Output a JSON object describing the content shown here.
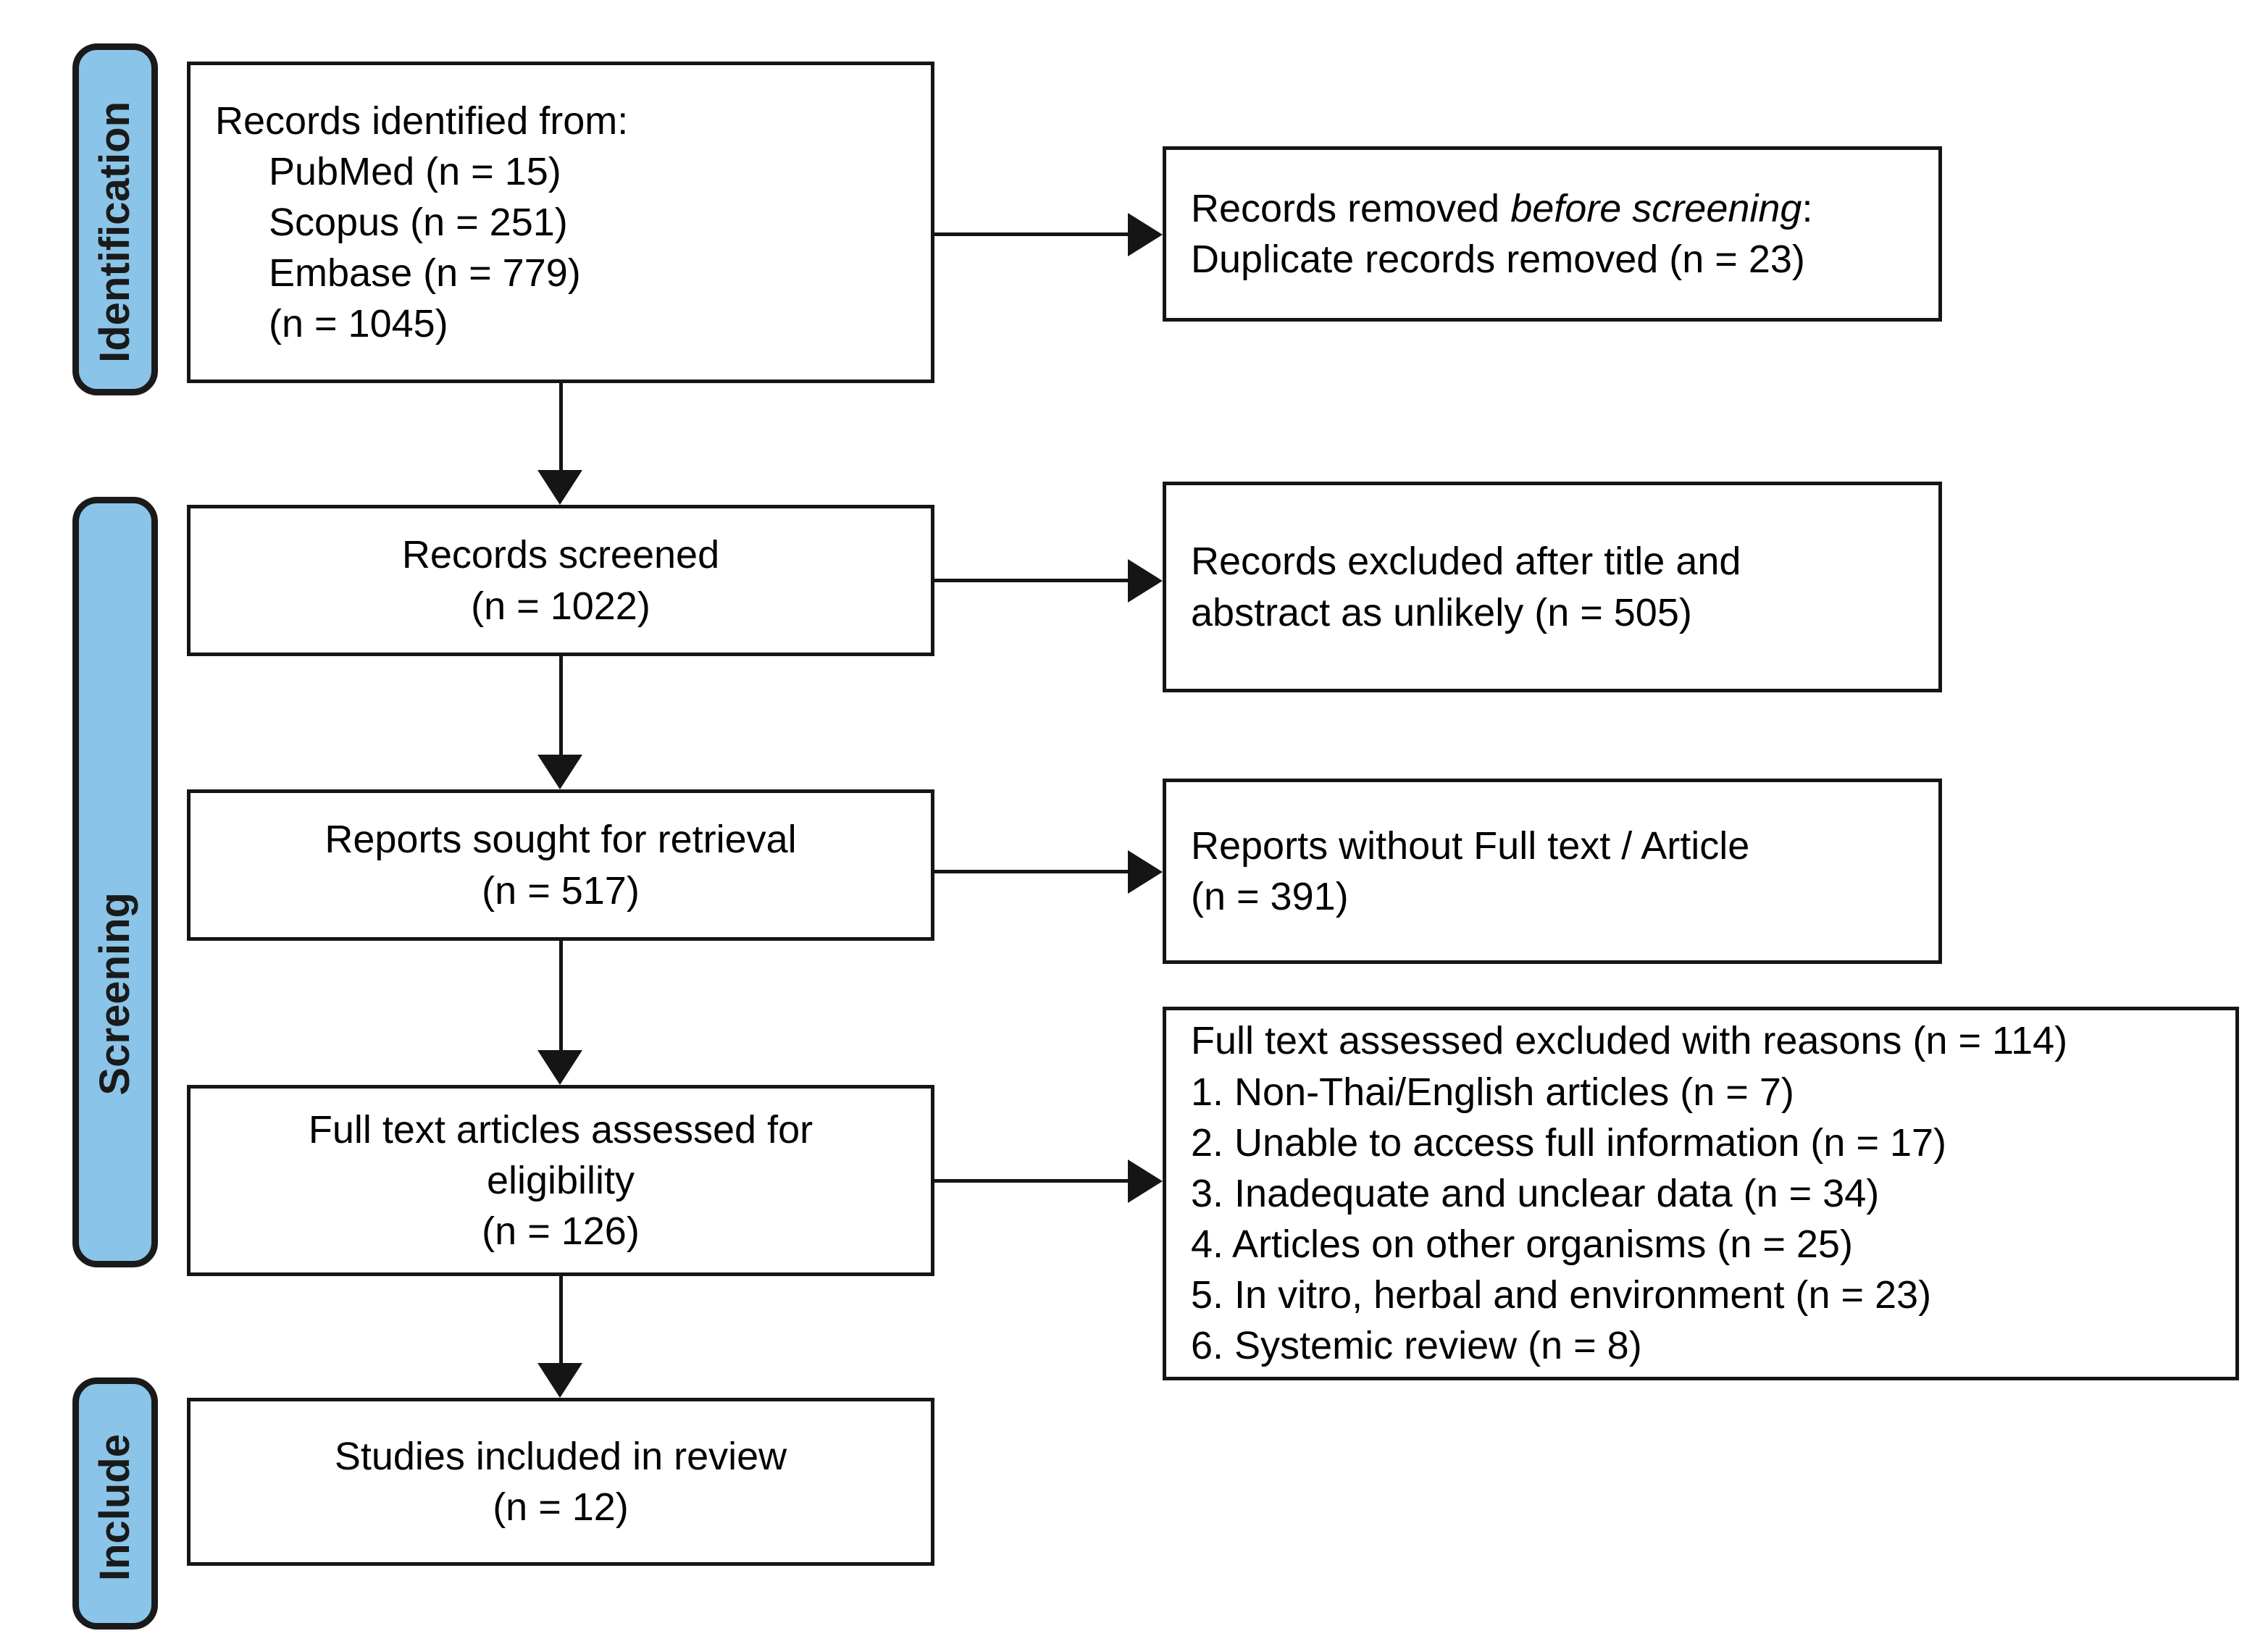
{
  "diagram": {
    "title": "PRISMA flow diagram",
    "accent_color": "#8AC4E8",
    "border_color": "#151515"
  },
  "phases": [
    {
      "id": "identification",
      "label": "Identification"
    },
    {
      "id": "screening",
      "label": "Screening"
    },
    {
      "id": "include",
      "label": "Include"
    }
  ],
  "boxes": {
    "identified": {
      "heading": "Records identified from:",
      "sources": [
        "PubMed (n = 15)",
        "Scopus (n = 251)",
        "Embase (n = 779)"
      ],
      "total": "(n = 1045)"
    },
    "removed": {
      "line1_prefix": "Records removed ",
      "line1_italic": "before screening",
      "line1_suffix": ":",
      "line2": "Duplicate records removed (n = 23)"
    },
    "screened": {
      "line1": "Records screened",
      "line2": "(n = 1022)"
    },
    "excluded_title_abstract": {
      "line1": "Records excluded after title and",
      "line2": "abstract as unlikely (n = 505)"
    },
    "sought": {
      "line1": "Reports sought for retrieval",
      "line2": "(n = 517)"
    },
    "no_full_text": {
      "line1": "Reports without Full text / Article",
      "line2": "(n = 391)"
    },
    "full_text_assessed": {
      "line1": "Full text articles assessed for",
      "line2": "eligibility",
      "line3": "(n = 126)"
    },
    "excluded_reasons": {
      "heading": "Full text assessed excluded with reasons (n = 114)",
      "reasons": [
        "1. Non-Thai/English articles (n = 7)",
        "2. Unable to access full information (n = 17)",
        "3. Inadequate and unclear data (n = 34)",
        "4. Articles on other organisms (n = 25)",
        "5. In vitro, herbal and environment (n = 23)",
        "6. Systemic review (n = 8)"
      ]
    },
    "included": {
      "line1": "Studies included in review",
      "line2": "(n = 12)"
    }
  },
  "chart_data": {
    "type": "diagram",
    "title": "PRISMA 2020 flow diagram",
    "nodes": [
      {
        "id": "identified",
        "stage": "Identification",
        "label": "Records identified from databases",
        "n": 1045,
        "breakdown": [
          {
            "source": "PubMed",
            "n": 15
          },
          {
            "source": "Scopus",
            "n": 251
          },
          {
            "source": "Embase",
            "n": 779
          }
        ]
      },
      {
        "id": "removed",
        "stage": "Identification",
        "label": "Duplicate records removed before screening",
        "n": 23
      },
      {
        "id": "screened",
        "stage": "Screening",
        "label": "Records screened",
        "n": 1022
      },
      {
        "id": "excluded_title_abstract",
        "stage": "Screening",
        "label": "Records excluded after title and abstract as unlikely",
        "n": 505
      },
      {
        "id": "sought",
        "stage": "Screening",
        "label": "Reports sought for retrieval",
        "n": 517
      },
      {
        "id": "no_full_text",
        "stage": "Screening",
        "label": "Reports without Full text / Article",
        "n": 391
      },
      {
        "id": "full_text_assessed",
        "stage": "Screening",
        "label": "Full text articles assessed for eligibility",
        "n": 126
      },
      {
        "id": "excluded_reasons",
        "stage": "Screening",
        "label": "Full text assessed excluded with reasons",
        "n": 114,
        "breakdown": [
          {
            "reason": "Non-Thai/English articles",
            "n": 7
          },
          {
            "reason": "Unable to access full information",
            "n": 17
          },
          {
            "reason": "Inadequate and unclear data",
            "n": 34
          },
          {
            "reason": "Articles on other organisms",
            "n": 25
          },
          {
            "reason": "In vitro, herbal and environment",
            "n": 23
          },
          {
            "reason": "Systemic review",
            "n": 8
          }
        ]
      },
      {
        "id": "included",
        "stage": "Include",
        "label": "Studies included in review",
        "n": 12
      }
    ],
    "edges": [
      {
        "from": "identified",
        "to": "removed",
        "direction": "right"
      },
      {
        "from": "identified",
        "to": "screened",
        "direction": "down"
      },
      {
        "from": "screened",
        "to": "excluded_title_abstract",
        "direction": "right"
      },
      {
        "from": "screened",
        "to": "sought",
        "direction": "down"
      },
      {
        "from": "sought",
        "to": "no_full_text",
        "direction": "right"
      },
      {
        "from": "sought",
        "to": "full_text_assessed",
        "direction": "down"
      },
      {
        "from": "full_text_assessed",
        "to": "excluded_reasons",
        "direction": "right"
      },
      {
        "from": "full_text_assessed",
        "to": "included",
        "direction": "down"
      }
    ]
  }
}
